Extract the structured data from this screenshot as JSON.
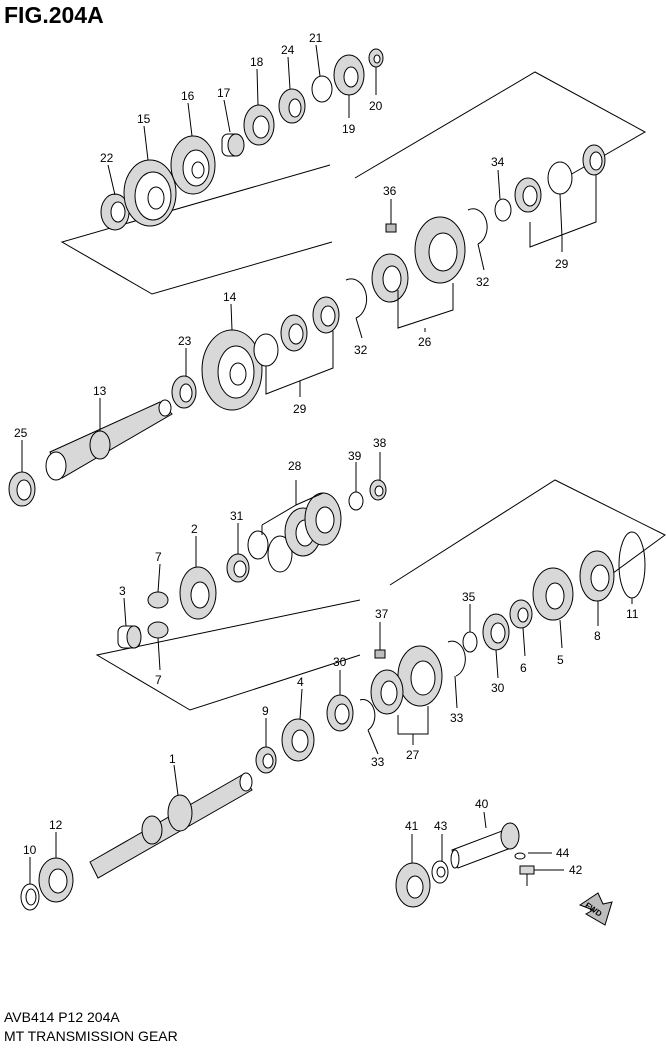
{
  "figure": {
    "title": "FIG.204A",
    "code": "AVB414  P12  204A",
    "caption": "MT TRANSMISSION GEAR",
    "direction_marker": "FWD"
  },
  "part_numbers": [
    "1",
    "2",
    "3",
    "4",
    "5",
    "6",
    "7",
    "7",
    "8",
    "9",
    "10",
    "11",
    "12",
    "13",
    "14",
    "15",
    "16",
    "17",
    "18",
    "19",
    "20",
    "21",
    "22",
    "23",
    "24",
    "25",
    "26",
    "27",
    "28",
    "29",
    "29",
    "30",
    "30",
    "31",
    "32",
    "32",
    "33",
    "33",
    "34",
    "35",
    "36",
    "37",
    "38",
    "39",
    "40",
    "41",
    "42",
    "43",
    "44"
  ]
}
